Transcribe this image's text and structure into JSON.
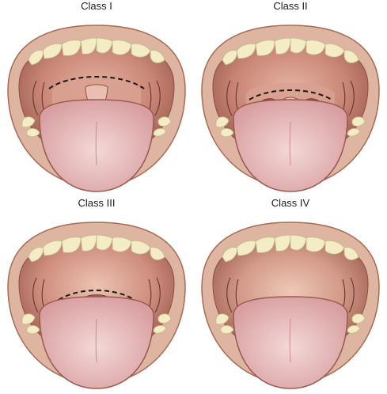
{
  "panels": [
    {
      "label": "Class I",
      "uvula": "full",
      "tonsils": "visible"
    },
    {
      "label": "Class II",
      "uvula": "partial",
      "tonsils": "visible"
    },
    {
      "label": "Class III",
      "uvula": "base",
      "tonsils": "hidden"
    },
    {
      "label": "Class IV",
      "uvula": "none",
      "tonsils": "hidden"
    }
  ],
  "colors": {
    "lip": "#ddb5a1",
    "lip_outline": "#a86a52",
    "cavity": "#b27162",
    "palate": "#d39a88",
    "tongue": "#e2b6b7",
    "tongue_outline": "#9a5a50",
    "teeth": "#f3ecc4",
    "teeth_outline": "#c2b98a",
    "dashed_line": "#1a1a1a"
  }
}
